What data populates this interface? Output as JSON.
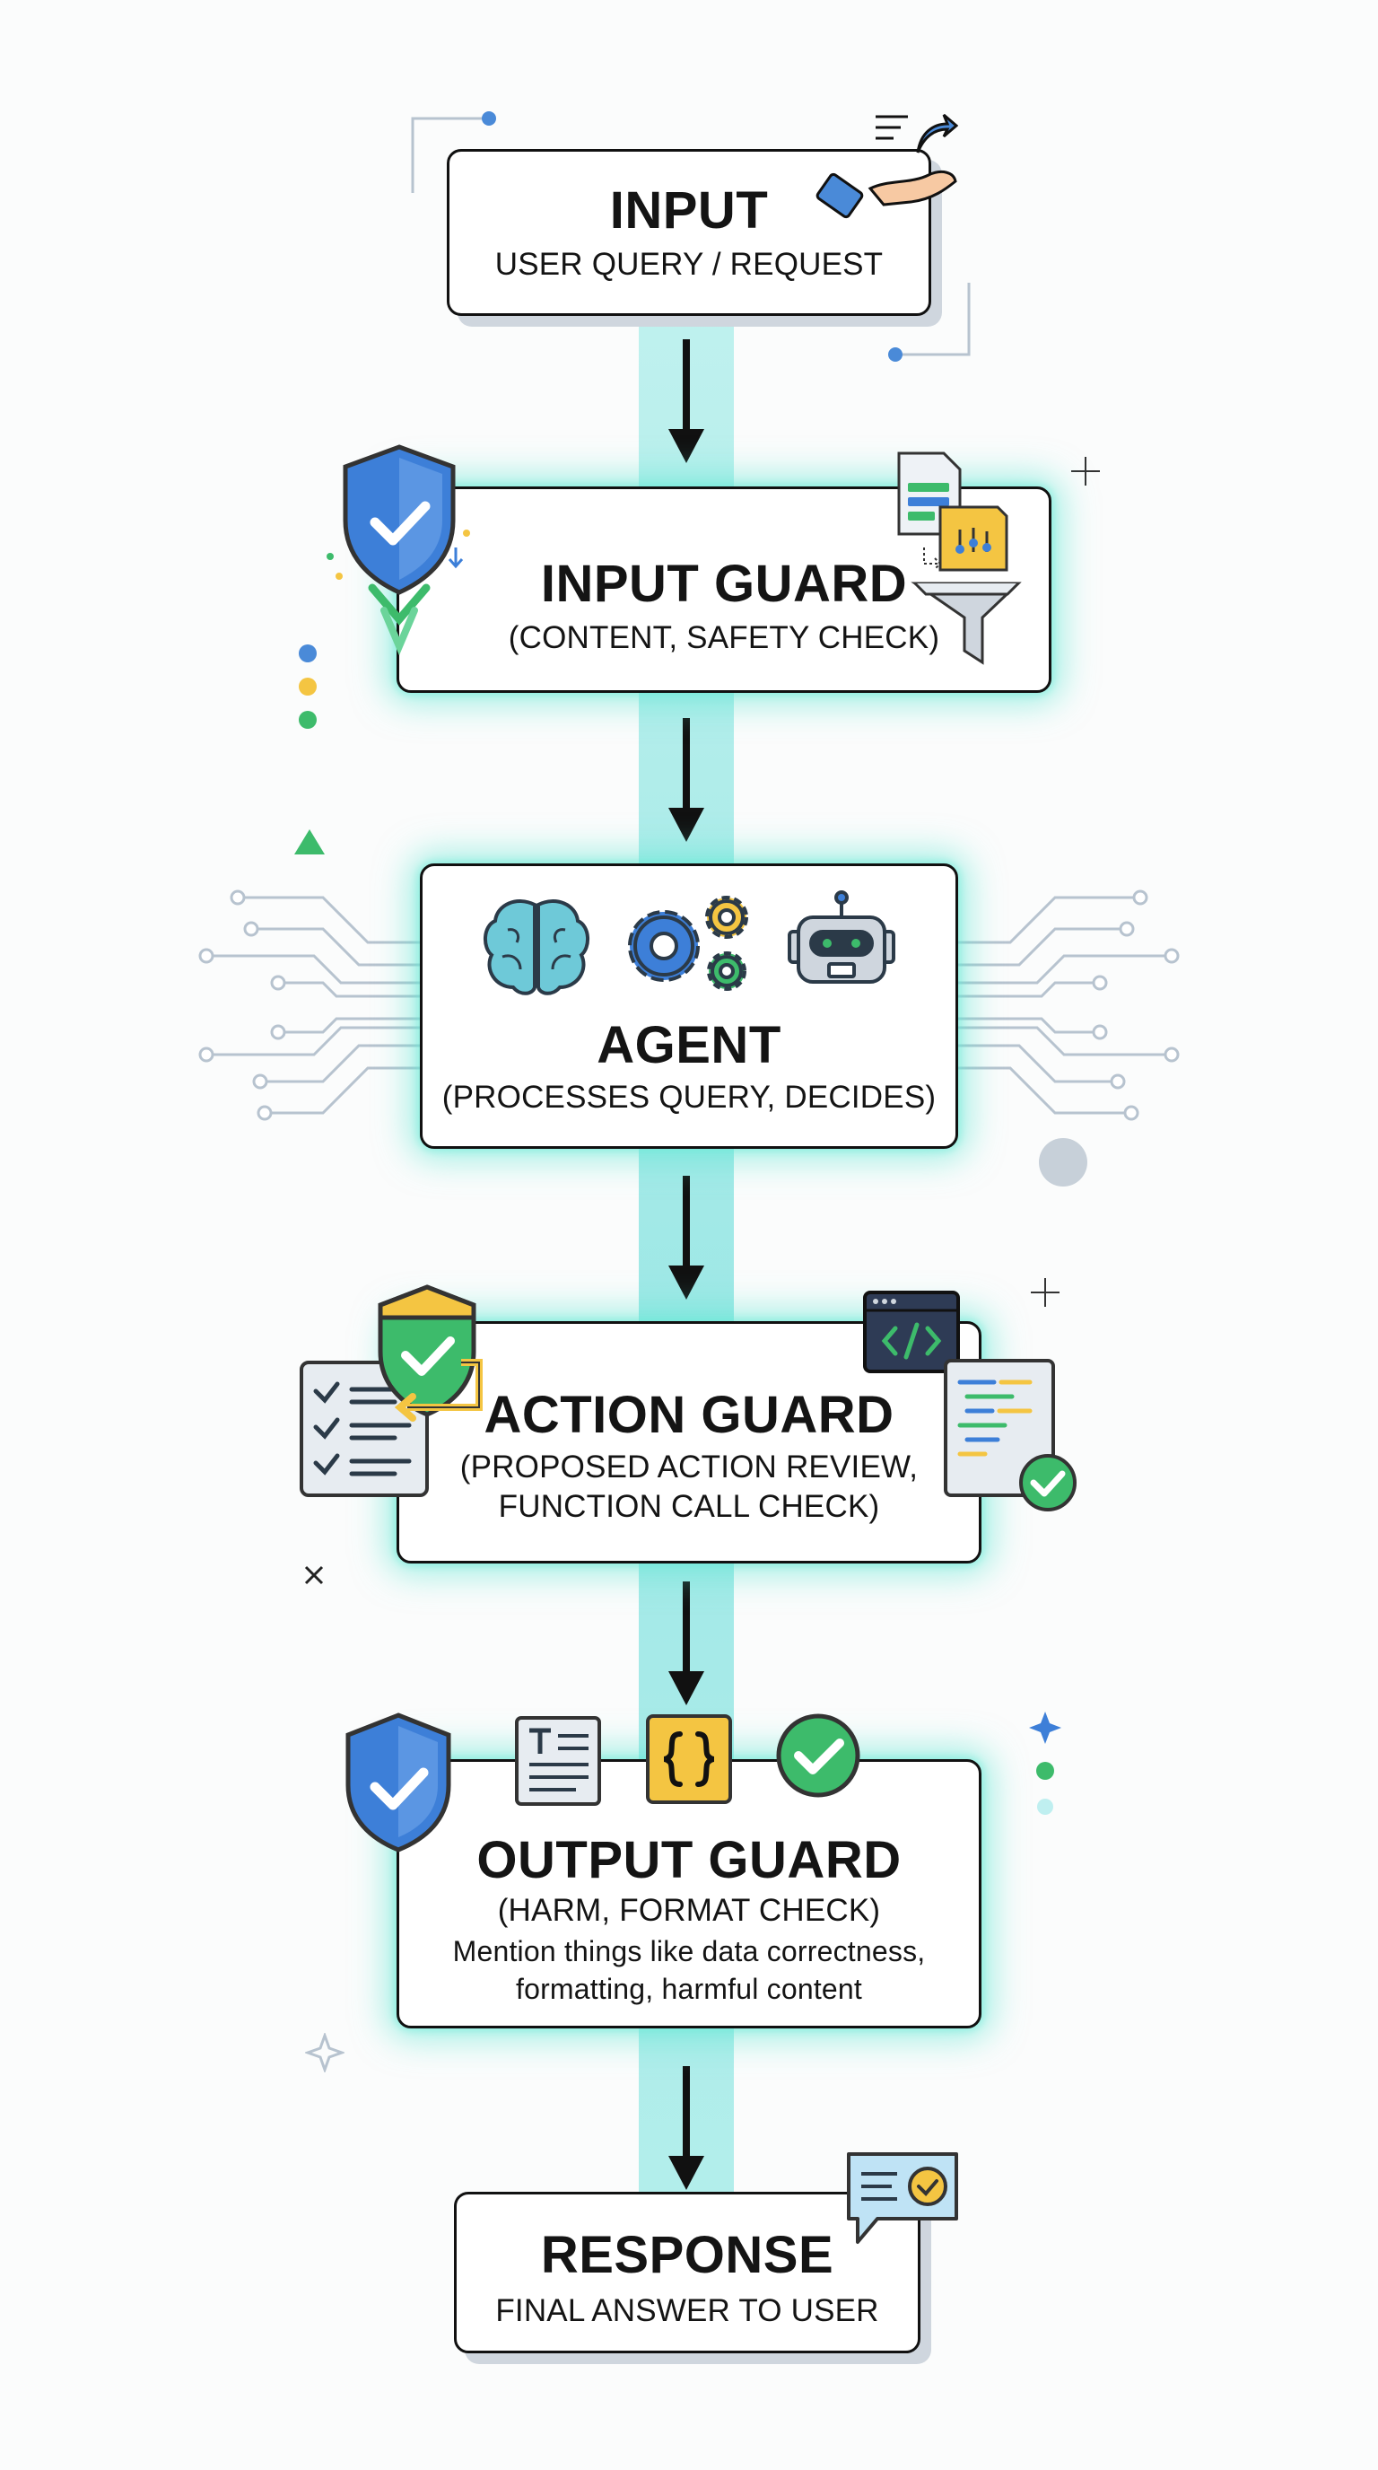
{
  "steps": {
    "input": {
      "title": "INPUT",
      "subtitle": "USER QUERY / REQUEST"
    },
    "input_guard": {
      "title": "INPUT GUARD",
      "subtitle": "(CONTENT, SAFETY CHECK)"
    },
    "agent": {
      "title": "AGENT",
      "subtitle": "(PROCESSES QUERY, DECIDES)"
    },
    "action_guard": {
      "title": "ACTION GUARD",
      "subtitle_line1": "(PROPOSED ACTION REVIEW,",
      "subtitle_line2": "FUNCTION CALL CHECK)"
    },
    "output_guard": {
      "title": "OUTPUT GUARD",
      "subtitle": "(HARM, FORMAT CHECK)",
      "note_line1": "Mention things like data correctness,",
      "note_line2": "formatting, harmful content"
    },
    "response": {
      "title": "RESPONSE",
      "subtitle": "FINAL ANSWER TO USER"
    }
  },
  "icons": {
    "input": [
      "hand-offering-icon",
      "send-arrow-icon"
    ],
    "input_guard": [
      "shield-check-icon",
      "funnel-filter-icon",
      "document-icon"
    ],
    "agent": [
      "brain-icon",
      "gears-icon",
      "robot-icon"
    ],
    "action_guard": [
      "shield-check-icon",
      "checklist-icon",
      "code-window-icon",
      "code-file-check-icon"
    ],
    "output_guard": [
      "shield-check-icon",
      "text-document-icon",
      "json-braces-icon",
      "check-circle-icon"
    ],
    "response": [
      "chat-bubble-check-icon"
    ]
  },
  "colors": {
    "glow": "#5ae6d2",
    "band": "#a8ebe8",
    "shield_blue": "#3d7fd8",
    "shield_green": "#3dbb6b",
    "accent_yellow": "#f4c542",
    "circuit": "#b7c3cf"
  }
}
